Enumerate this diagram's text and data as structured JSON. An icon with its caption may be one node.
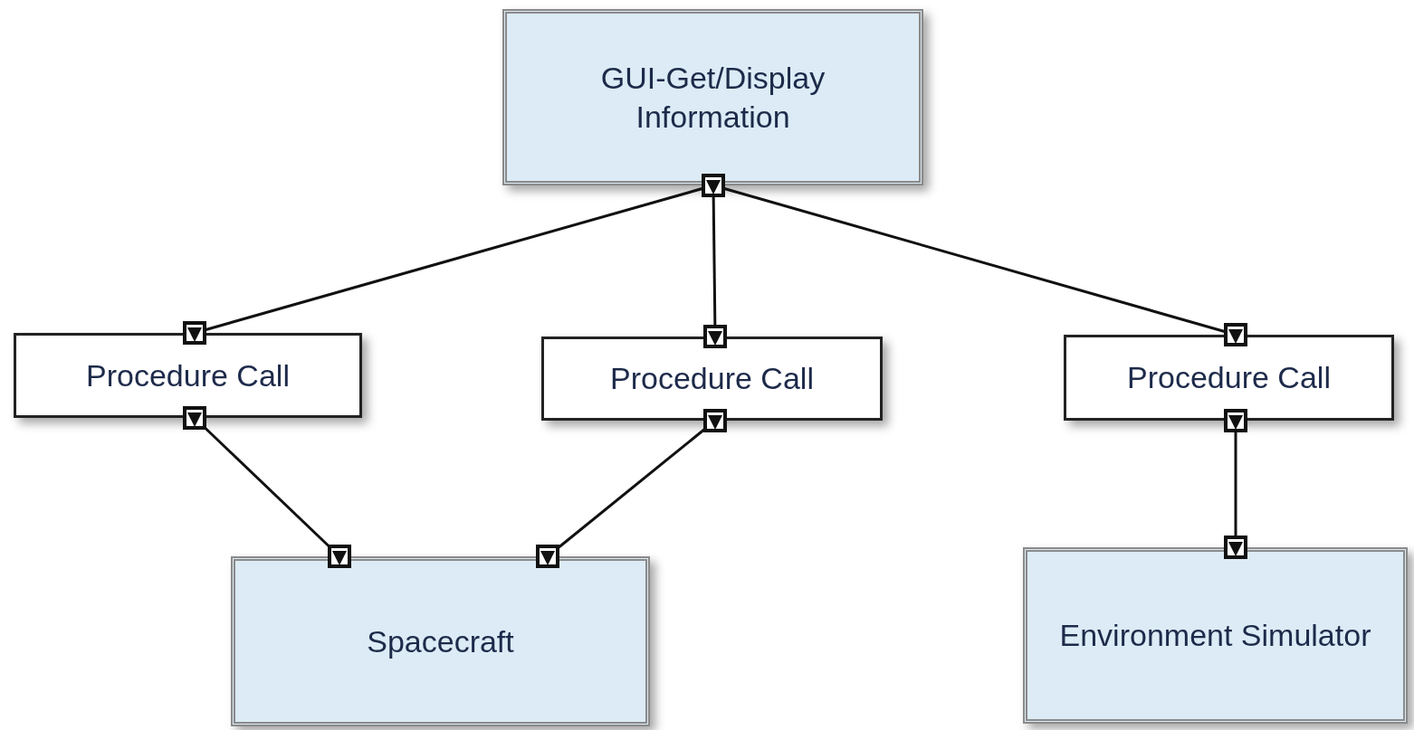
{
  "diagram": {
    "nodes": [
      {
        "text": [
          "GUI-Get/Display Information"
        ]
      },
      {
        "text": [
          "Procedure Call"
        ]
      },
      {
        "text": [
          "Procedure Call"
        ]
      },
      {
        "text": [
          "Procedure Call"
        ]
      },
      {
        "text": [
          "Spacecraft"
        ]
      },
      {
        "text": [
          "Environment Simulator"
        ]
      }
    ],
    "edges": [
      {
        "from": 0,
        "to": 1,
        "arrow": "other"
      },
      {
        "from": 0,
        "to": 2,
        "arrow": "other"
      },
      {
        "from": 0,
        "to": 3,
        "arrow": "other"
      },
      {
        "from": 1,
        "to": 4,
        "arrow": "other"
      },
      {
        "from": 2,
        "to": 4,
        "arrow": "other"
      },
      {
        "from": 3,
        "to": 5,
        "arrow": "other"
      }
    ]
  }
}
